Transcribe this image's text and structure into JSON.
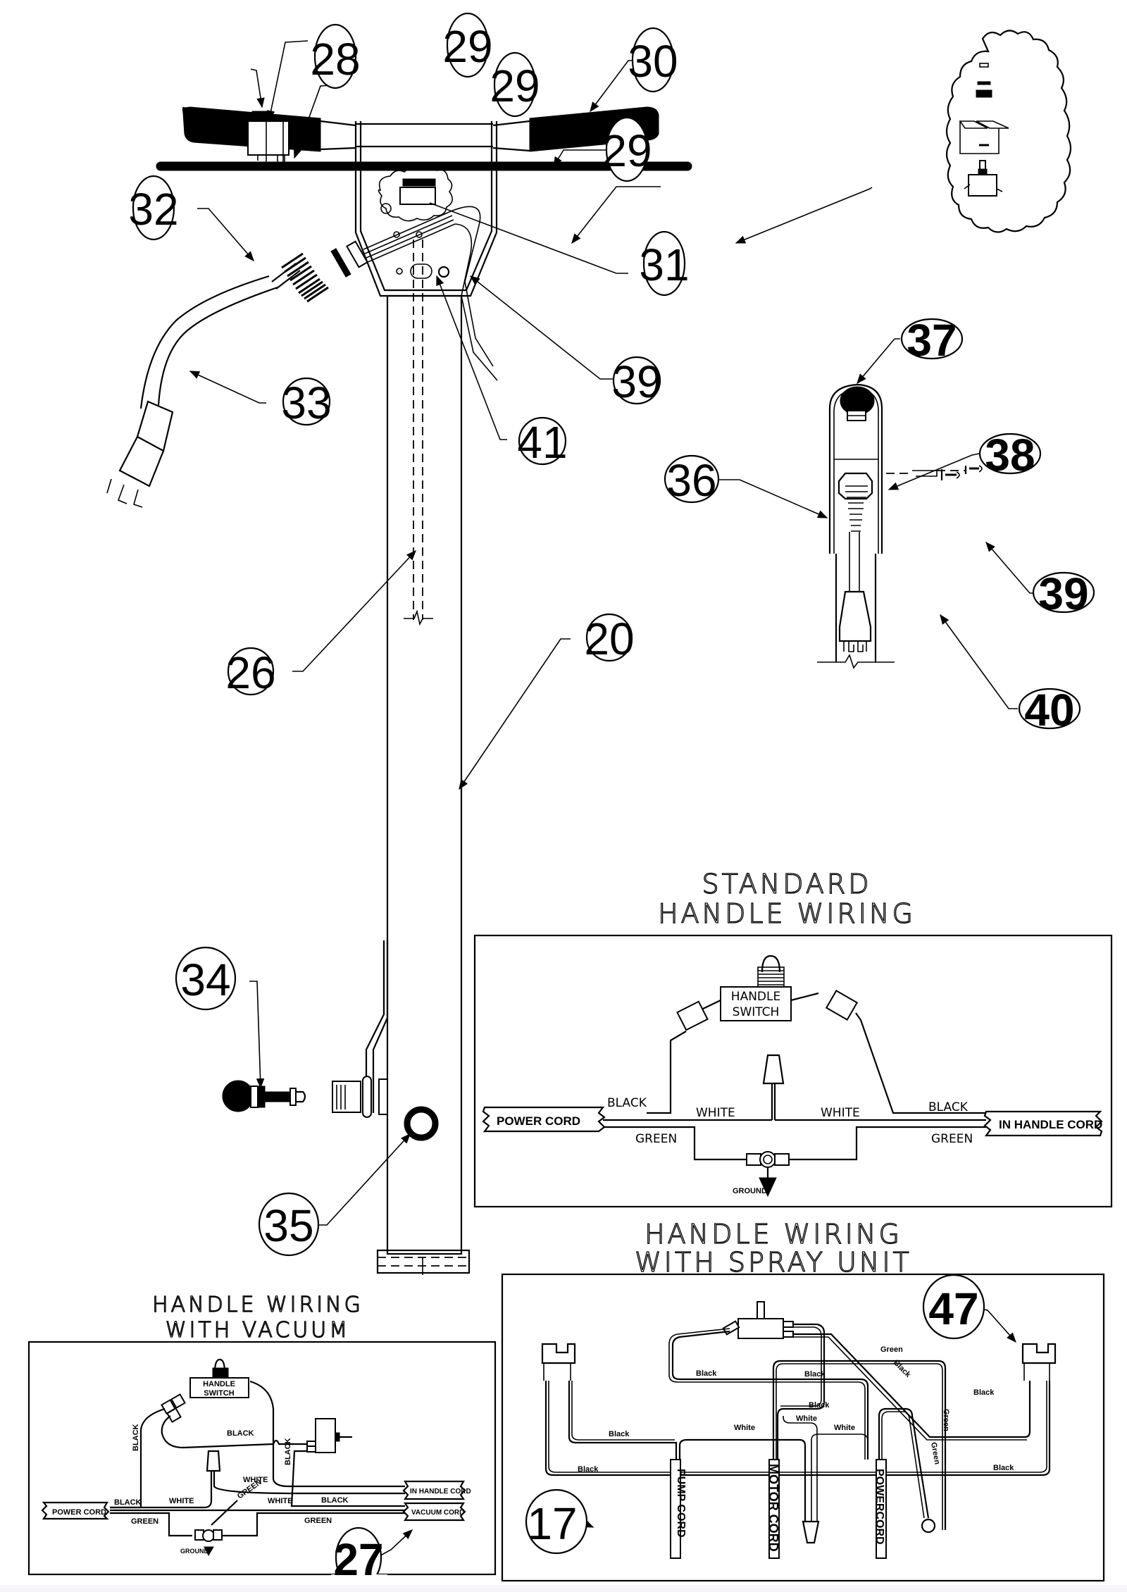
{
  "document": {
    "type": "parts-diagram",
    "subject": "Handle assembly and wiring"
  },
  "callouts": [
    {
      "id": "c28",
      "number": "28"
    },
    {
      "id": "c29a",
      "number": "29"
    },
    {
      "id": "c29b",
      "number": "29"
    },
    {
      "id": "c29c",
      "number": "29"
    },
    {
      "id": "c30",
      "number": "30"
    },
    {
      "id": "c31",
      "number": "31"
    },
    {
      "id": "c32",
      "number": "32"
    },
    {
      "id": "c33",
      "number": "33"
    },
    {
      "id": "c39a",
      "number": "39"
    },
    {
      "id": "c41",
      "number": "41"
    },
    {
      "id": "c37",
      "number": "37"
    },
    {
      "id": "c36",
      "number": "36"
    },
    {
      "id": "c38",
      "number": "38"
    },
    {
      "id": "c39b",
      "number": "39"
    },
    {
      "id": "c40",
      "number": "40"
    },
    {
      "id": "c26",
      "number": "26"
    },
    {
      "id": "c20",
      "number": "20"
    },
    {
      "id": "c34",
      "number": "34"
    },
    {
      "id": "c35",
      "number": "35"
    },
    {
      "id": "c47",
      "number": "47"
    },
    {
      "id": "c17",
      "number": "17"
    },
    {
      "id": "c27",
      "number": "27"
    }
  ],
  "standard_wiring": {
    "title_line1": "STANDARD",
    "title_line2": "HANDLE WIRING",
    "switch_line1": "HANDLE",
    "switch_line2": "SWITCH",
    "power_cord": "POWER CORD",
    "in_handle_cord": "IN HANDLE CORD",
    "black_left": "BLACK",
    "black_right": "BLACK",
    "white_left": "WHITE",
    "white_right": "WHITE",
    "green_left": "GREEN",
    "green_right": "GREEN",
    "ground": "GROUND"
  },
  "vacuum_wiring": {
    "title_line1": "HANDLE WIRING",
    "title_line2": "WITH VACUUM",
    "switch_line1": "HANDLE",
    "switch_line2": "SWITCH",
    "power_cord": "POWER CORD",
    "in_handle_cord": "IN HANDLE CORD",
    "vacuum_cord": "VACUUM CORD",
    "black_vertical_left": "BLACK",
    "black_top": "BLACK",
    "black_vertical_right": "BLACK",
    "black_power": "BLACK",
    "black_vacuum": "BLACK",
    "white_left": "WHITE",
    "white_mid": "WHITE",
    "white_right": "WHITE",
    "green_diag": "GREEN",
    "green_left": "GREEN",
    "green_right": "GREEN",
    "ground": "GROUND"
  },
  "spray_wiring": {
    "title_line1": "HANDLE WIRING",
    "title_line2": "WITH SPRAY UNIT",
    "pump_cord": "PUMP CORD",
    "motor_cord": "MOTOR CORD",
    "power_cord": "POWERCORD",
    "labels": {
      "green_top": "Green",
      "black_diag": "Black",
      "black_right": "Black",
      "black_top_left": "Black",
      "black_top_mid": "Black",
      "black_mid": "Black",
      "black_left": "Black",
      "white_a": "White",
      "white_b": "White",
      "white_c": "White",
      "black_bottom_left": "Black",
      "black_bottom_right": "Black",
      "green_v1": "Green",
      "green_v2": "Green"
    }
  }
}
